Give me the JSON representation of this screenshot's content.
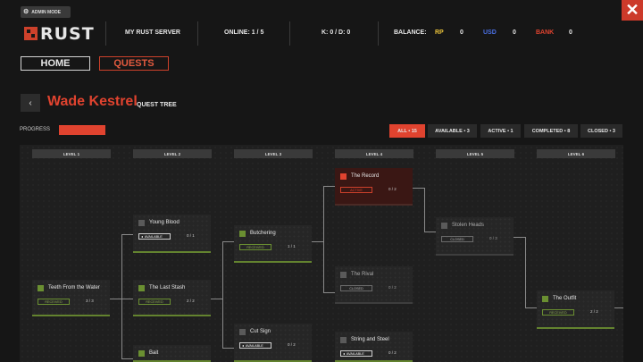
{
  "header": {
    "admin_mode": "ADMIN MODE",
    "logo_text": "RUST",
    "server_name": "MY RUST SERVER",
    "online": "ONLINE: 1 / 5",
    "kd": "K: 0  / D: 0",
    "balance_label": "BALANCE:",
    "rp_label": "RP",
    "rp_value": "0",
    "usd_label": "USD",
    "usd_value": "0",
    "bank_label": "BANK",
    "bank_value": "0",
    "close": "✕"
  },
  "colors": {
    "accent": "#cd412b",
    "rp": "#e8c23a",
    "usd": "#4a6ee0",
    "bank": "#e0432f",
    "done": "#63832f"
  },
  "nav": {
    "home": "HOME",
    "quests": "QUESTS"
  },
  "page": {
    "back": "‹",
    "title": "Wade Kestrel",
    "subtitle": "QUEST TREE",
    "progress_label": "PROGRESS"
  },
  "filters": [
    {
      "label": "ALL • 15"
    },
    {
      "label": "AVAILABLE • 3"
    },
    {
      "label": "ACTIVE • 1"
    },
    {
      "label": "COMPLETED • 8"
    },
    {
      "label": "CLOSED • 3"
    }
  ],
  "levels": [
    "LEVEL 1",
    "LEVEL 2",
    "LEVEL 3",
    "LEVEL 4",
    "LEVEL 5",
    "LEVEL 6"
  ],
  "quests": [
    {
      "name": "Teeth From the Water",
      "status": "RECEIVED",
      "count": "3 / 3"
    },
    {
      "name": "Young Blood",
      "status": "AVAILABLE",
      "count": "0 / 1"
    },
    {
      "name": "The Last Stash",
      "status": "RECEIVED",
      "count": "2 / 2"
    },
    {
      "name": "Bait",
      "status": "",
      "count": ""
    },
    {
      "name": "Butchering",
      "status": "RECEIVED",
      "count": "1 / 1"
    },
    {
      "name": "Cut Sign",
      "status": "AVAILABLE",
      "count": "0 / 2"
    },
    {
      "name": "The Record",
      "status": "ACTIVE",
      "count": "0 / 2"
    },
    {
      "name": "The Rival",
      "status": "CLOSED",
      "count": "0 / 2"
    },
    {
      "name": "String and Steel",
      "status": "AVAILABLE",
      "count": "0 / 2"
    },
    {
      "name": "Stolen Heads",
      "status": "CLOSED",
      "count": "0 / 3"
    },
    {
      "name": "The Outfit",
      "status": "RECEIVED",
      "count": "2 / 2"
    }
  ]
}
